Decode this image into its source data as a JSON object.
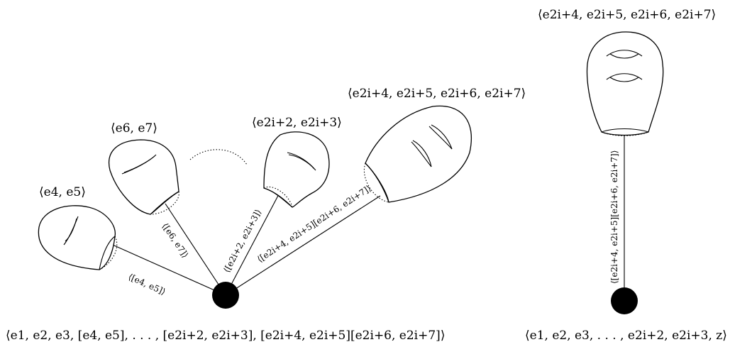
{
  "labels": {
    "g1": "⟨e4, e5⟩",
    "g2": "⟨e6, e7⟩",
    "g3": "⟨e2i+2, e2i+3⟩",
    "g4": "⟨e2i+4, e2i+5, e2i+6, e2i+7⟩",
    "right_top": "⟨e2i+4, e2i+5, e2i+6, e2i+7⟩",
    "bottom_left": "⟨e1, e2, e3, [e4, e5], . . . , [e2i+2, e2i+3], [e2i+4, e2i+5][e2i+6, e2i+7]⟩",
    "bottom_right": "⟨e1, e2, e3, . . . , e2i+2, e2i+3, z⟩"
  },
  "edges": {
    "e1": "⟨[e4, e5]⟩",
    "e2": "⟨[e6, e7]⟩",
    "e3": "⟨[e2i+2, e2i+3]⟩",
    "e4": "⟨[e2i+4, e2i+5][e2i+6, e2i+7]⟩",
    "right": "⟨[e2i+4, e2i+5][e2i+6, e2i+7]⟩"
  }
}
